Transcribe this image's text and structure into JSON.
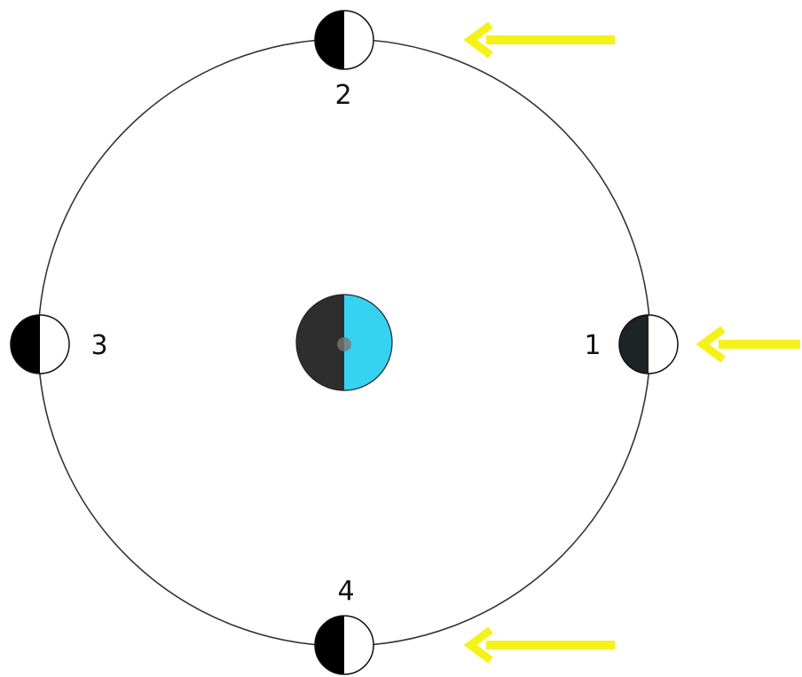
{
  "labels": {
    "pos1": "1",
    "pos2": "2",
    "pos3": "3",
    "pos4": "4"
  },
  "colors": {
    "background": "#ffffff",
    "orbit": "#333333",
    "moon_dark": "#000000",
    "moon_dark_pos1": "#1e2326",
    "moon_light": "#ffffff",
    "earth_dark": "#2e2e2e",
    "earth_lit": "#35d2f2",
    "arrow": "#f5f21a"
  },
  "icons": {
    "earth": "earth-icon",
    "moon": "moon-icon",
    "arrow": "left-arrow-icon"
  }
}
